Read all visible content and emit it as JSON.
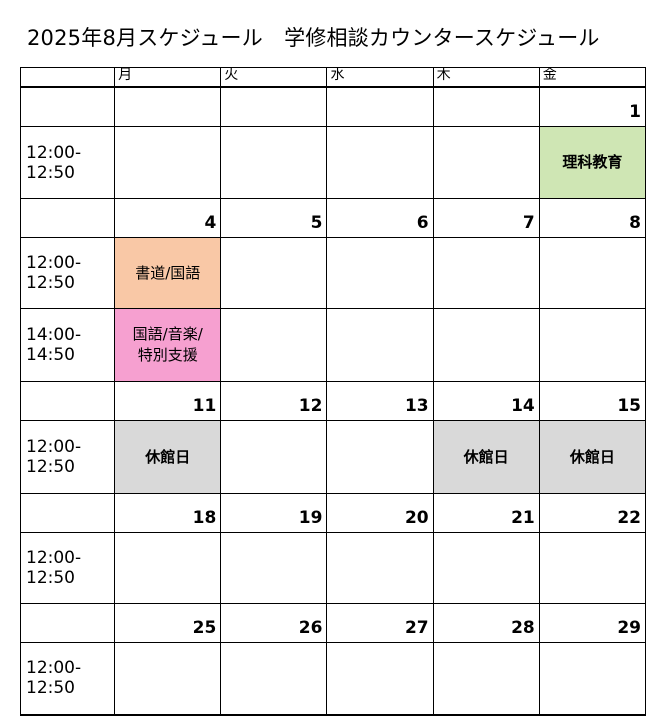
{
  "title": "2025年8月スケジュール　学修相談カウンタースケジュール",
  "weekdays": [
    "",
    "月",
    "火",
    "水",
    "木",
    "金"
  ],
  "weeks": [
    {
      "dates": [
        "",
        "",
        "",
        "",
        "1"
      ],
      "slots": [
        {
          "time": [
            "12:00-",
            "12:50"
          ],
          "cells": [
            [],
            [],
            [],
            [],
            [
              "理科教育"
            ]
          ]
        }
      ]
    },
    {
      "dates": [
        "4",
        "5",
        "6",
        "7",
        "8"
      ],
      "slots": [
        {
          "time": [
            "12:00-",
            "12:50"
          ],
          "cells": [
            [
              "書道/国語"
            ],
            [],
            [],
            [],
            []
          ]
        },
        {
          "time": [
            "14:00-",
            "14:50"
          ],
          "cells": [
            [
              "国語/音楽/",
              "特別支援"
            ],
            [],
            [],
            [],
            []
          ]
        }
      ]
    },
    {
      "dates": [
        "11",
        "12",
        "13",
        "14",
        "15"
      ],
      "slots": [
        {
          "time": [
            "12:00-",
            "12:50"
          ],
          "cells": [
            [
              "休館日"
            ],
            [],
            [],
            [
              "休館日"
            ],
            [
              "休館日"
            ]
          ]
        }
      ]
    },
    {
      "dates": [
        "18",
        "19",
        "20",
        "21",
        "22"
      ],
      "slots": [
        {
          "time": [
            "12:00-",
            "12:50"
          ],
          "cells": [
            [],
            [],
            [],
            [],
            []
          ]
        }
      ]
    },
    {
      "dates": [
        "25",
        "26",
        "27",
        "28",
        "29"
      ],
      "slots": [
        {
          "time": [
            "12:00-",
            "12:50"
          ],
          "cells": [
            [],
            [],
            [],
            [],
            []
          ]
        }
      ]
    }
  ],
  "colors": {
    "subject_green": "#cfe6b4",
    "subject_orange": "#f9c8a6",
    "subject_pink": "#f6a0d0",
    "closed_gray": "#d9d9d9"
  }
}
